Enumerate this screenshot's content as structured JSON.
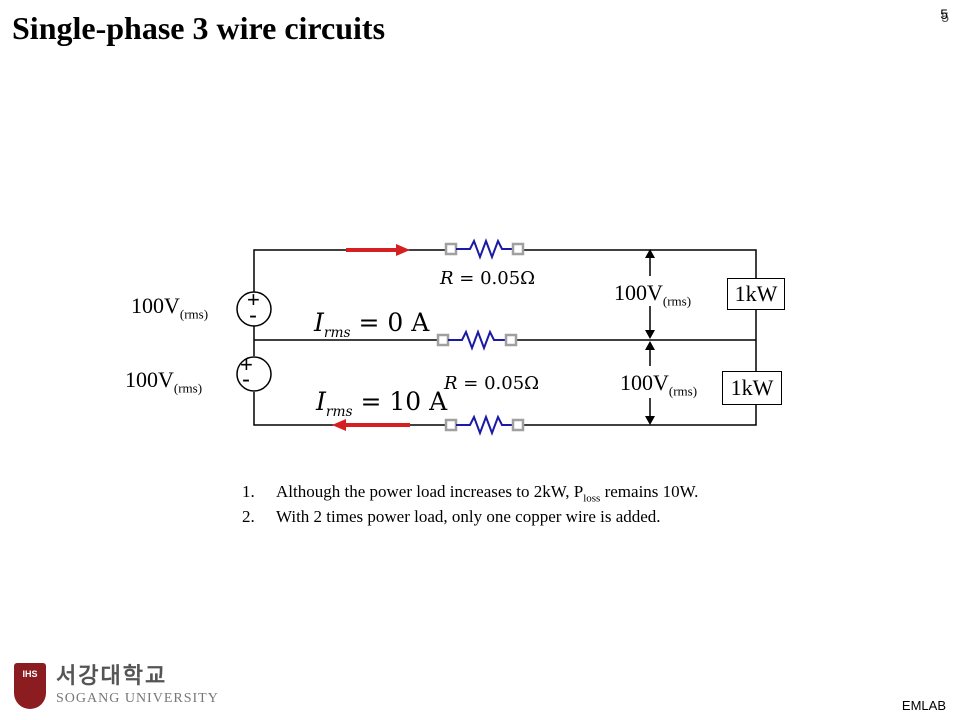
{
  "title": "Single-phase 3 wire circuits",
  "slide_number": "5",
  "colors": {
    "current_arrow": "#d42020",
    "resistor": "#1a1aa6",
    "terminal": "#a0a0a0"
  },
  "circuit": {
    "source_top": {
      "label_main": "100V",
      "label_sub": "(rms)",
      "plus": "+",
      "minus": "-"
    },
    "source_bottom": {
      "label_main": "100V",
      "label_sub": "(rms)",
      "plus": "+",
      "minus": "-"
    },
    "resistor_top_eq": {
      "var": "R",
      "eq": " = 0.05Ω"
    },
    "resistor_bottom_eq": {
      "var": "R",
      "eq": " = 0.05Ω"
    },
    "neutral_current_eq": {
      "var": "I",
      "sub": "rms",
      "eq": " = 0 A"
    },
    "bottom_current_eq": {
      "var": "I",
      "sub": "rms",
      "eq": " = 10 A"
    },
    "voltage_top": {
      "label_main": "100V",
      "label_sub": "(rms)"
    },
    "voltage_bottom": {
      "label_main": "100V",
      "label_sub": "(rms)"
    },
    "load_top": "1kW",
    "load_bottom": "1kW"
  },
  "notes": [
    {
      "num": "1.",
      "text_a": "Although the power load increases to 2kW, P",
      "sub": "loss",
      "text_b": " remains 10W."
    },
    {
      "num": "2.",
      "text_a": "With 2 times power load, only one copper wire is added.",
      "sub": "",
      "text_b": ""
    }
  ],
  "logo": {
    "crest_text": "IHS",
    "korean": "서강대학교",
    "english": "SOGANG UNIVERSITY"
  },
  "footer_lab": "EMLAB"
}
